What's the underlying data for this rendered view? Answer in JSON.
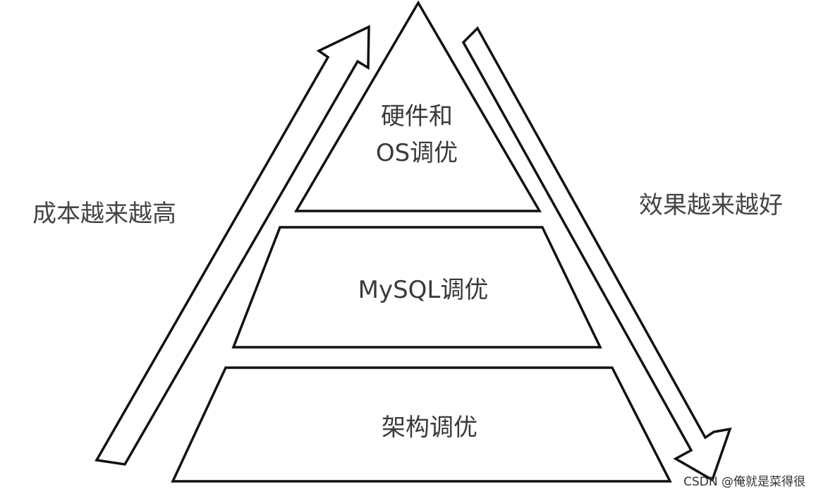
{
  "diagram": {
    "tiers": [
      {
        "lines": [
          "硬件和",
          "OS调优"
        ]
      },
      {
        "lines": [
          "MySQL调优"
        ]
      },
      {
        "lines": [
          "架构调优"
        ]
      }
    ],
    "left_label": "成本越来越高",
    "right_label": "效果越来越好",
    "watermark": "CSDN @俺就是菜得很"
  }
}
